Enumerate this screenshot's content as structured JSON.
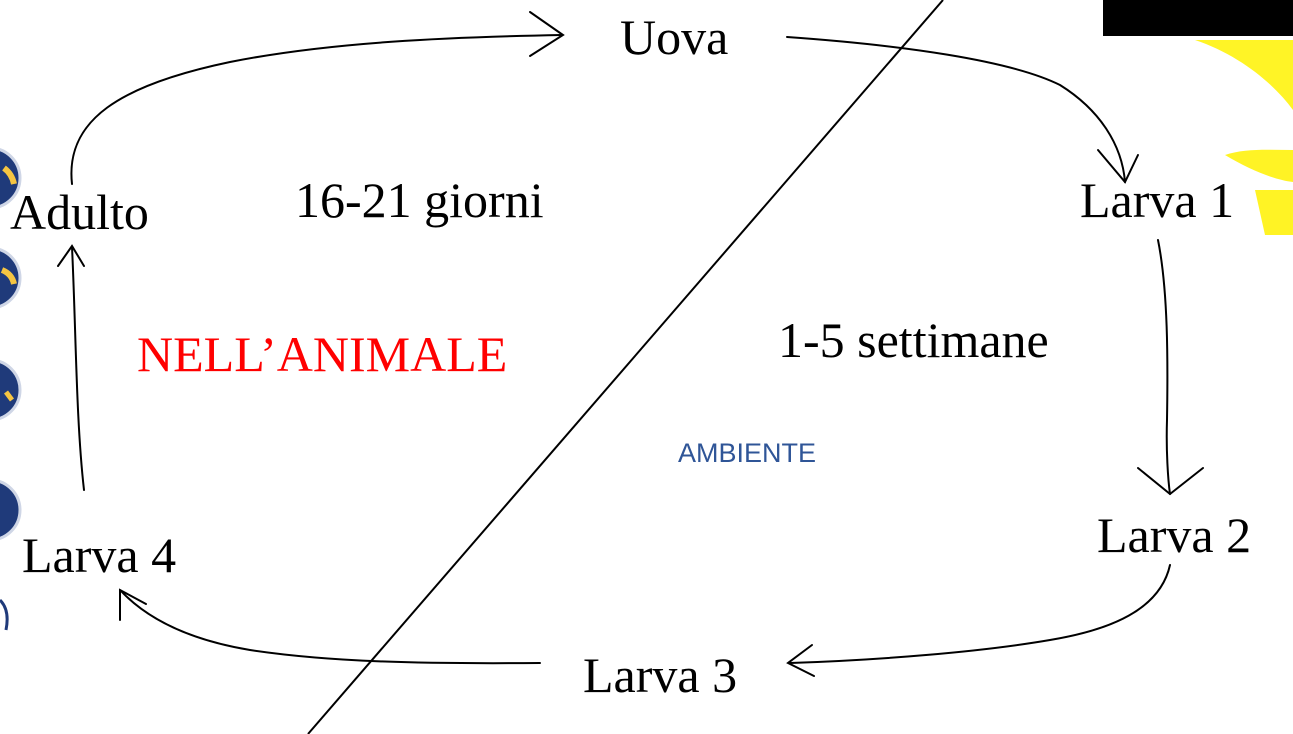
{
  "stages": {
    "uova": "Uova",
    "larva1": "Larva 1",
    "larva2": "Larva 2",
    "larva3": "Larva 3",
    "larva4": "Larva 4",
    "adulto": "Adulto"
  },
  "durations": {
    "inside": "16-21 giorni",
    "outside": "1-5 settimane"
  },
  "regions": {
    "animal": "NELL’ANIMALE",
    "environment": "AMBIENTE"
  },
  "colors": {
    "animal_text": "#ff0000",
    "environment_text": "#2f5597",
    "corner_block": "#000000",
    "yellow_shape": "#fff200",
    "left_icons": "#1f3a7a"
  },
  "icons": [
    "blue-globe-icon",
    "blue-globe-icon",
    "blue-globe-icon",
    "blue-globe-icon"
  ]
}
